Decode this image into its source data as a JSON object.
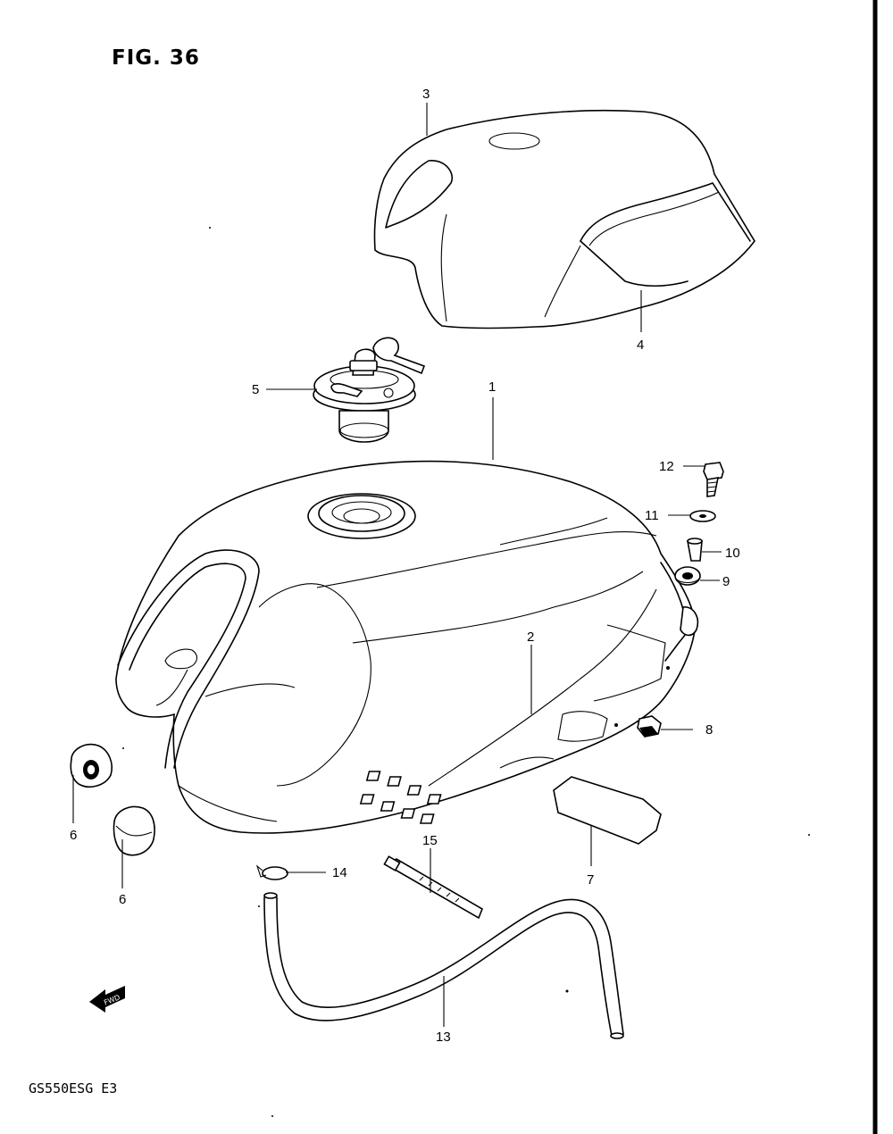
{
  "figure": {
    "title": "FIG. 36",
    "model_code": "GS550ESG  E3",
    "fwd_label": "FWD"
  },
  "callouts": [
    {
      "id": "1",
      "label": "1"
    },
    {
      "id": "2",
      "label": "2"
    },
    {
      "id": "3",
      "label": "3"
    },
    {
      "id": "4",
      "label": "4"
    },
    {
      "id": "5",
      "label": "5"
    },
    {
      "id": "6a",
      "label": "6"
    },
    {
      "id": "6b",
      "label": "6"
    },
    {
      "id": "7",
      "label": "7"
    },
    {
      "id": "8",
      "label": "8"
    },
    {
      "id": "9",
      "label": "9"
    },
    {
      "id": "10",
      "label": "10"
    },
    {
      "id": "11",
      "label": "11"
    },
    {
      "id": "12",
      "label": "12"
    },
    {
      "id": "13",
      "label": "13"
    },
    {
      "id": "14",
      "label": "14"
    },
    {
      "id": "15",
      "label": "15"
    }
  ]
}
